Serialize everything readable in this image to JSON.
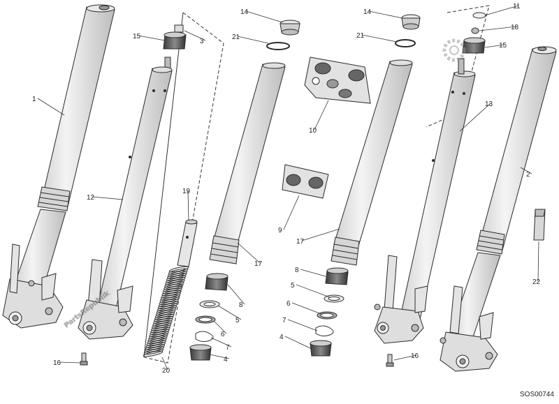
{
  "diagram": {
    "code": "SOS00744",
    "callouts": [
      {
        "id": "c1",
        "label": "1"
      },
      {
        "id": "c2",
        "label": "2"
      },
      {
        "id": "c3",
        "label": "3"
      },
      {
        "id": "c4a",
        "label": "4"
      },
      {
        "id": "c4b",
        "label": "4"
      },
      {
        "id": "c5a",
        "label": "5"
      },
      {
        "id": "c5b",
        "label": "5"
      },
      {
        "id": "c6a",
        "label": "6"
      },
      {
        "id": "c6b",
        "label": "6"
      },
      {
        "id": "c7a",
        "label": "7"
      },
      {
        "id": "c7b",
        "label": "7"
      },
      {
        "id": "c8a",
        "label": "8"
      },
      {
        "id": "c8b",
        "label": "8"
      },
      {
        "id": "c9",
        "label": "9"
      },
      {
        "id": "c10",
        "label": "10"
      },
      {
        "id": "c11",
        "label": "11"
      },
      {
        "id": "c12",
        "label": "12"
      },
      {
        "id": "c13",
        "label": "13"
      },
      {
        "id": "c14a",
        "label": "14"
      },
      {
        "id": "c14b",
        "label": "14"
      },
      {
        "id": "c15a",
        "label": "15"
      },
      {
        "id": "c15b",
        "label": "15"
      },
      {
        "id": "c16a",
        "label": "16"
      },
      {
        "id": "c16b",
        "label": "16"
      },
      {
        "id": "c17a",
        "label": "17"
      },
      {
        "id": "c17b",
        "label": "17"
      },
      {
        "id": "c18",
        "label": "18"
      },
      {
        "id": "c19",
        "label": "19"
      },
      {
        "id": "c20",
        "label": "20"
      },
      {
        "id": "c21a",
        "label": "21"
      },
      {
        "id": "c21b",
        "label": "21"
      },
      {
        "id": "c22",
        "label": "22"
      }
    ]
  },
  "watermark": {
    "text": "PartsRepublik",
    "icon": "gear-icon"
  },
  "colors": {
    "line": "#2a2a2a",
    "part_fill": "#e6e6e6",
    "part_shade": "#c4c4c4",
    "dark_part": "#555555",
    "watermark": "#cfcfcf"
  }
}
